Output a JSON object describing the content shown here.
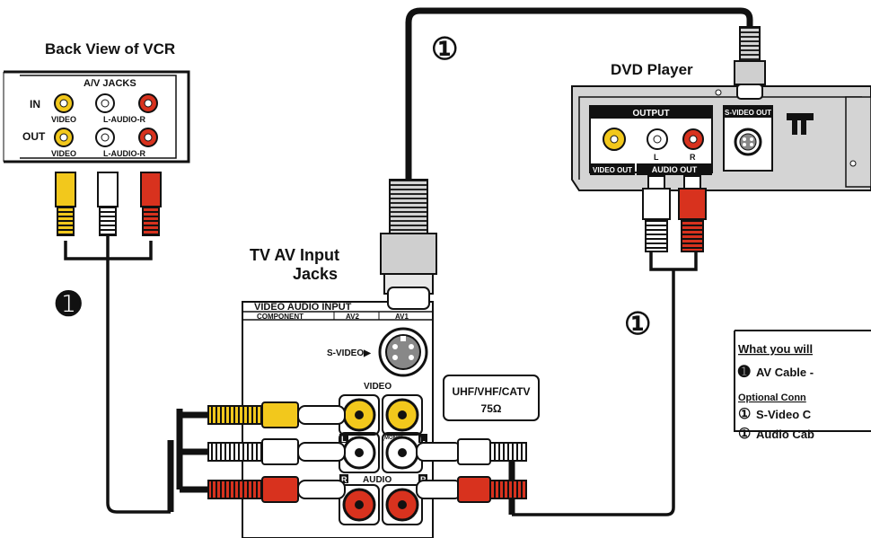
{
  "labels": {
    "vcr_title": "Back View of VCR",
    "av_jacks": "A/V JACKS",
    "vcr_in": "IN",
    "vcr_out": "OUT",
    "vcr_video": "VIDEO",
    "vcr_audio": "L-AUDIO-R",
    "tv_title_1": "TV AV Input",
    "tv_title_2": "Jacks",
    "tv_header": "VIDEO AUDIO INPUT",
    "col_component": "COMPONENT",
    "col_av2": "AV2",
    "col_av1": "AV1",
    "svideo": "S-VIDEO▶",
    "video": "VIDEO",
    "audio": "AUDIO",
    "mono": "(MONO)",
    "l": "L",
    "r": "R",
    "uhf_1": "UHF/VHF/CATV",
    "uhf_2": "75Ω",
    "dvd_title": "DVD Player",
    "dvd_output": "OUTPUT",
    "dvd_svideo_out": "S-VIDEO OUT",
    "dvd_video_out": "VIDEO OUT",
    "dvd_audio_out": "AUDIO OUT",
    "dvd_l": "L",
    "dvd_r": "R"
  },
  "markers": {
    "filled": "➊",
    "outline": "①"
  },
  "legend": {
    "title": "What you will",
    "item1": "AV Cable -",
    "optional": "Optional Conn",
    "item2": "S-Video C",
    "item3": "Audio Cab"
  },
  "colors": {
    "yellow": "#f2c81c",
    "red": "#d8321e",
    "white": "#ffffff",
    "gray": "#d4d4d4",
    "black": "#111111"
  }
}
